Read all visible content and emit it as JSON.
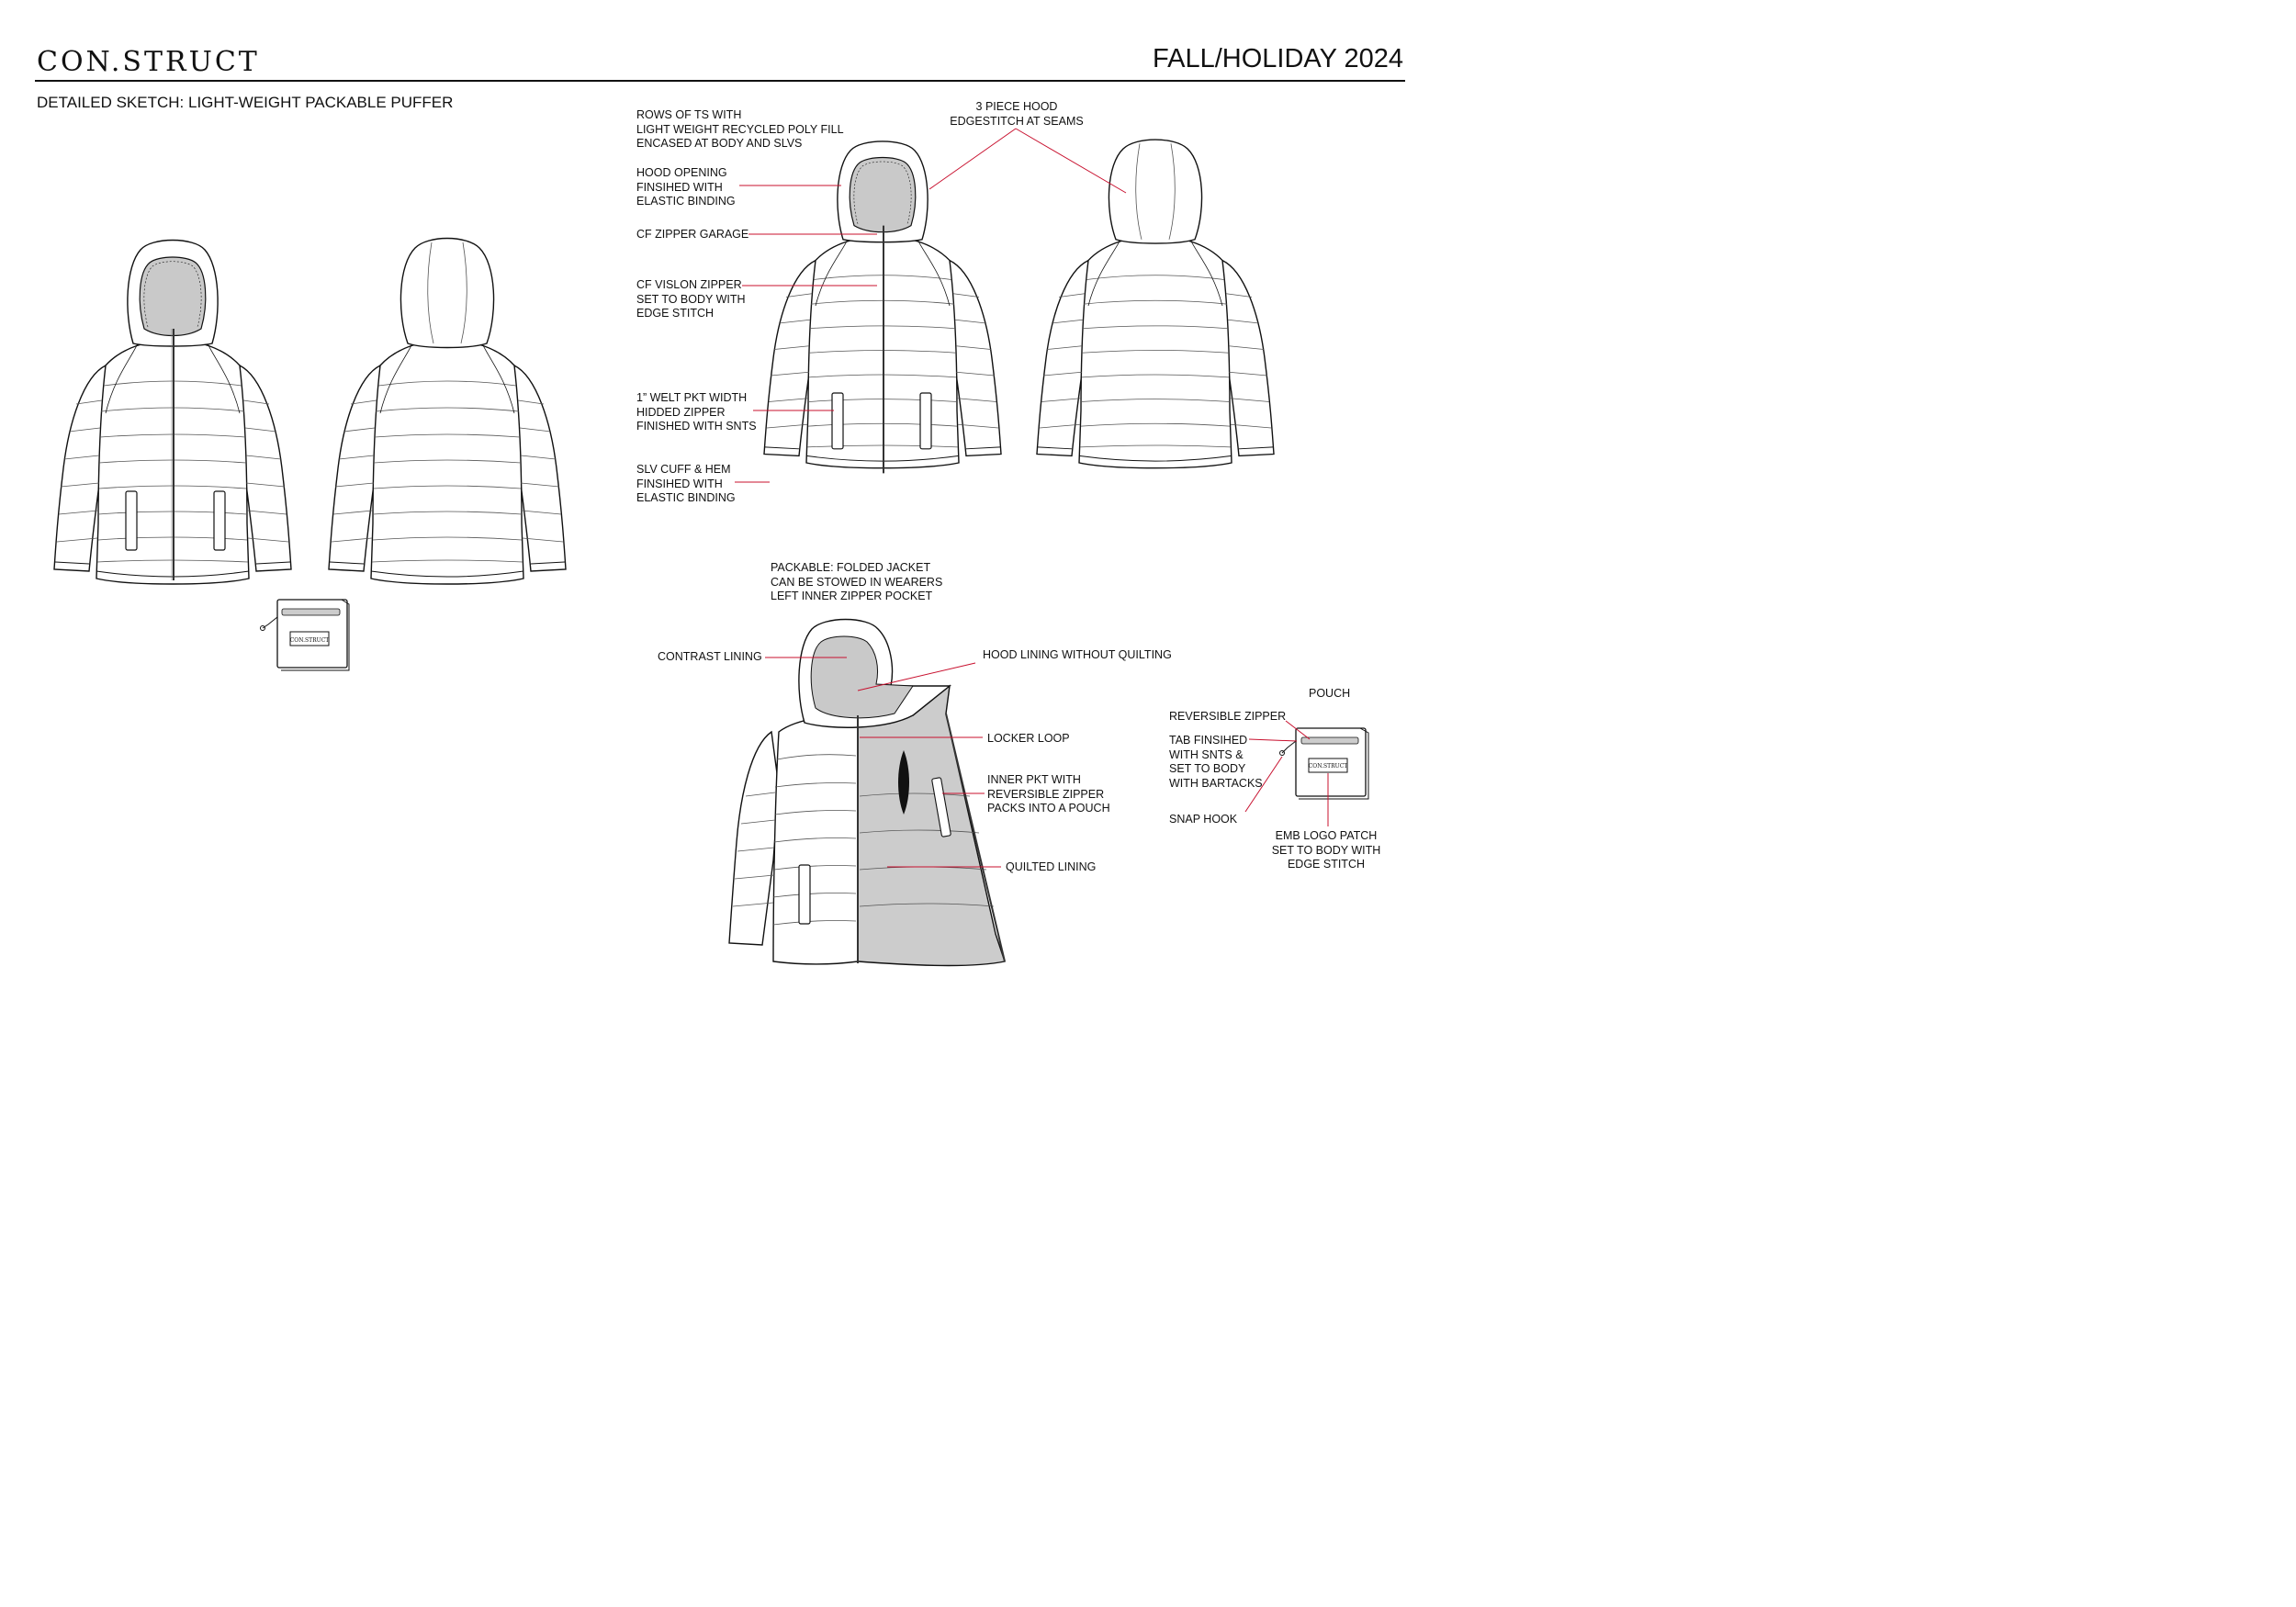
{
  "header": {
    "brand": "CON.STRUCT",
    "season": "FALL/HOLIDAY 2024",
    "subtitle": "DETAILED SKETCH: LIGHT-WEIGHT PACKABLE PUFFER"
  },
  "callouts": {
    "rows_of_ts": [
      "ROWS OF TS WITH",
      "LIGHT WEIGHT RECYCLED POLY FILL",
      "ENCASED AT BODY AND SLVS"
    ],
    "hood_opening": [
      "HOOD OPENING",
      "FINSIHED WITH",
      "ELASTIC BINDING"
    ],
    "cf_zipper_garage": [
      "CF ZIPPER GARAGE"
    ],
    "cf_vislon_zipper": [
      "CF VISLON ZIPPER",
      "SET TO BODY WITH",
      "EDGE STITCH"
    ],
    "welt_pkt": [
      "1” WELT PKT WIDTH",
      "HIDDED ZIPPER",
      "FINISHED WITH SNTS"
    ],
    "slv_cuff_hem": [
      "SLV CUFF & HEM",
      "FINSIHED WITH",
      "ELASTIC BINDING"
    ],
    "three_piece_hood": [
      "3 PIECE HOOD",
      "EDGESTITCH AT SEAMS"
    ],
    "packable": [
      "PACKABLE: FOLDED JACKET",
      "CAN BE STOWED IN WEARERS",
      "LEFT INNER ZIPPER POCKET"
    ],
    "contrast_lining": [
      "CONTRAST LINING"
    ],
    "hood_lining": [
      "HOOD LINING WITHOUT QUILTING"
    ],
    "locker_loop": [
      "LOCKER LOOP"
    ],
    "inner_pkt": [
      "INNER PKT WITH",
      "REVERSIBLE ZIPPER",
      "PACKS INTO A POUCH"
    ],
    "quilted_lining": [
      "QUILTED LINING"
    ],
    "pouch": [
      "POUCH"
    ],
    "reversible_zipper": [
      "REVERSIBLE ZIPPER"
    ],
    "tab_finished": [
      "TAB FINSIHED",
      "WITH SNTS &",
      "SET TO BODY",
      "WITH BARTACKS"
    ],
    "snap_hook": [
      "SNAP HOOK"
    ],
    "emb_logo_patch": [
      "EMB LOGO PATCH",
      "SET TO BODY WITH",
      "EDGE STITCH"
    ]
  },
  "patch_text": "CON.STRUCT",
  "colors": {
    "ink": "#111111",
    "leader": "#c8102e",
    "lining": "#cccccc",
    "hood_inner": "#c9c9c9"
  }
}
